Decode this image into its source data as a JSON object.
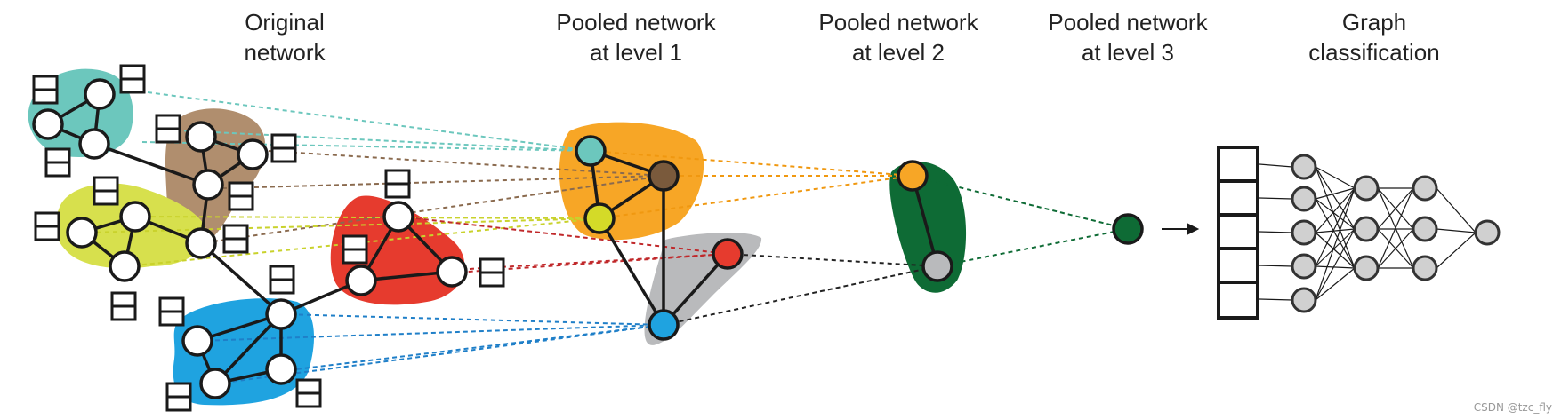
{
  "headings": {
    "original": {
      "line1": "Original",
      "line2": "network"
    },
    "level1": {
      "line1": "Pooled network",
      "line2": "at level 1"
    },
    "level2": {
      "line1": "Pooled network",
      "line2": "at level 2"
    },
    "level3": {
      "line1": "Pooled network",
      "line2": "at level 3"
    },
    "classification": {
      "line1": "Graph",
      "line2": "classification"
    }
  },
  "watermark": "CSDN @tzc_fly",
  "colors": {
    "teal": "#6cc7bd",
    "brown": "#b08e6e",
    "yellow_green": "#d7e04d",
    "red": "#e63b2e",
    "blue": "#1fa3e0",
    "orange": "#f7a626",
    "gray": "#b9babc",
    "dark_green": "#0e6b35",
    "edge": "#1a1a1a",
    "node_fill": "#ffffff",
    "nn_node_fill": "#d0d0d0"
  },
  "icons": {
    "feature_box": "feature-vector-icon",
    "arrow": "right-arrow-icon"
  }
}
